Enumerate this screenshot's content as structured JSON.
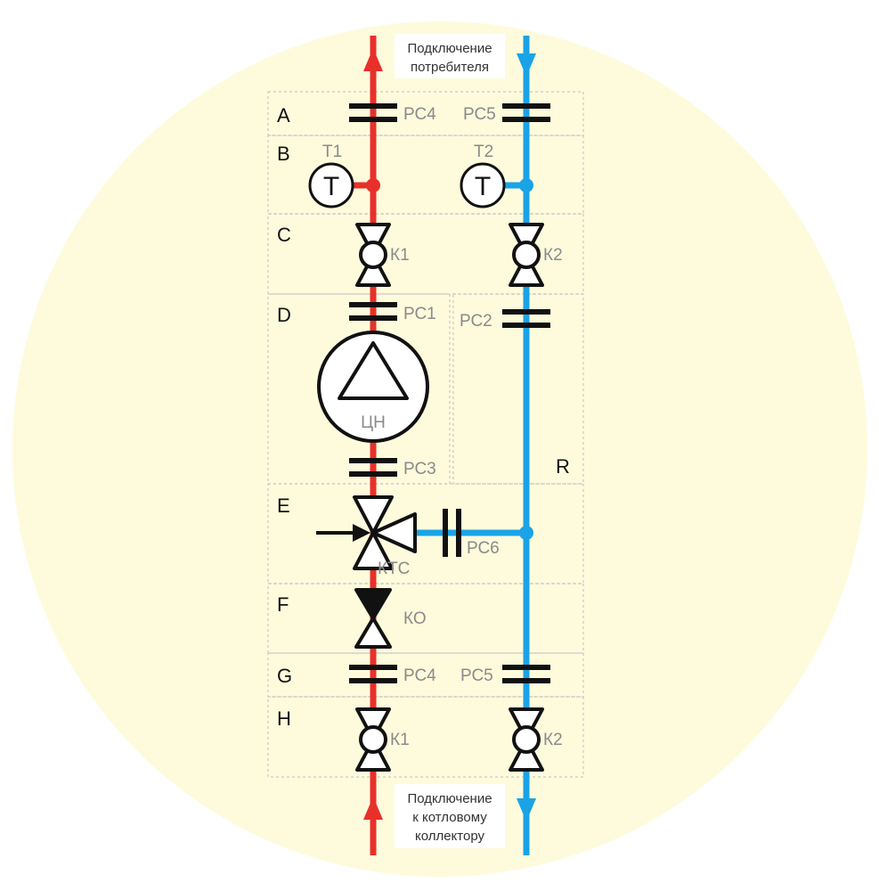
{
  "colors": {
    "background_circle": "#fdfbdc",
    "supply_pipe": "#e8302a",
    "return_pipe": "#1aa3e6",
    "component_stroke": "#111111",
    "label_gray": "#8a8a8a",
    "zone_border": "#c8c8c8"
  },
  "captions": {
    "top_line1": "Подключение",
    "top_line2": "потребителя",
    "bottom_line1": "Подключение",
    "bottom_line2": "к котловому",
    "bottom_line3": "коллектору"
  },
  "rows": {
    "A": "A",
    "B": "B",
    "C": "C",
    "D": "D",
    "E": "E",
    "F": "F",
    "G": "G",
    "H": "H",
    "R": "R"
  },
  "labels": {
    "rc4_top": "РС4",
    "rc5_top": "РС5",
    "t1": "Т1",
    "t2": "Т2",
    "t1_symbol": "T",
    "t2_symbol": "T",
    "k1_top": "К1",
    "k2_top": "К2",
    "rc1": "РС1",
    "rc2": "РС2",
    "pump": "ЦН",
    "rc3": "РС3",
    "rc6": "РС6",
    "ktc": "КТС",
    "ko": "КО",
    "rc4_bottom": "РС4",
    "rc5_bottom": "РС5",
    "k1_bottom": "К1",
    "k2_bottom": "К2"
  }
}
